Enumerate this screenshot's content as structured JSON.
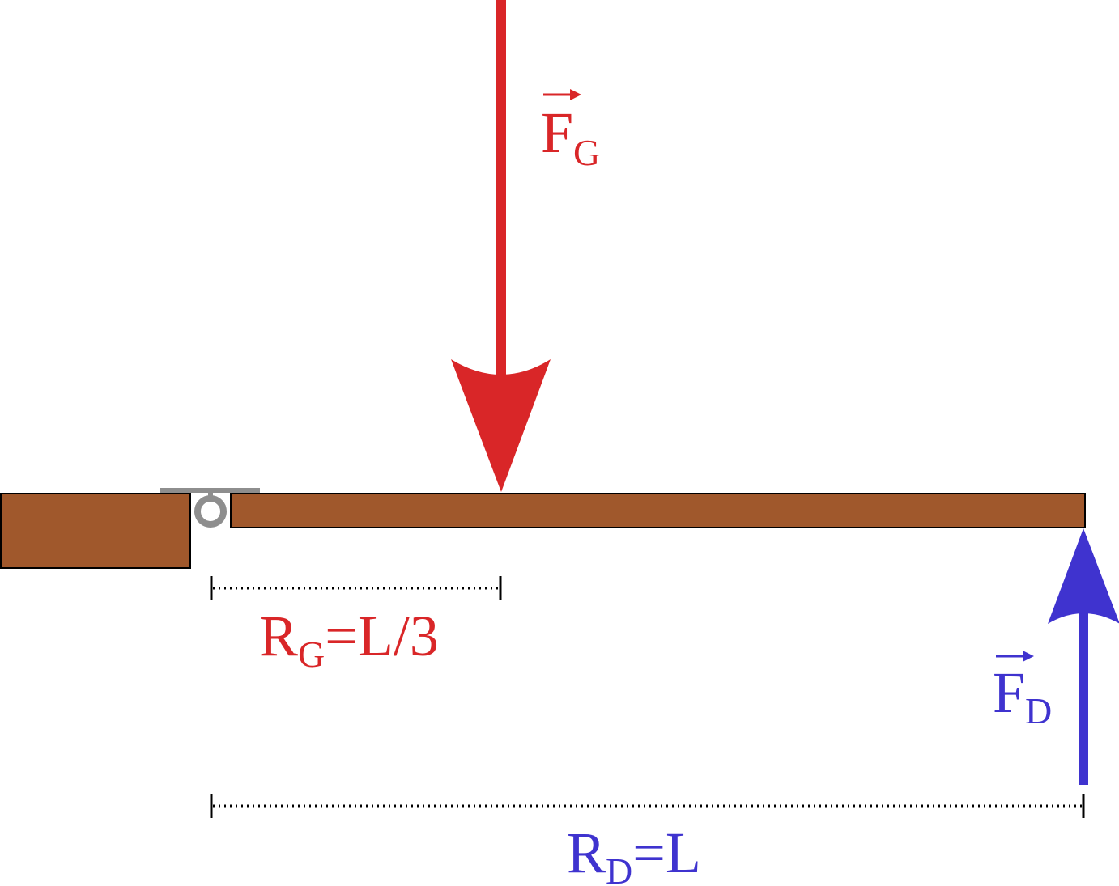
{
  "colors": {
    "beam": "#a0582c",
    "outline": "#000000",
    "hinge": "#8e8e8e",
    "gravity": "#d92628",
    "door_force": "#3f33cf",
    "dimension": "#000000"
  },
  "labels": {
    "force_gravity": {
      "symbol": "F",
      "subscript": "G"
    },
    "force_door": {
      "symbol": "F",
      "subscript": "D"
    },
    "radius_gravity": {
      "symbol": "R",
      "subscript": "G",
      "rest": "=L/3"
    },
    "radius_door": {
      "symbol": "R",
      "subscript": "D",
      "rest": "=L"
    }
  }
}
